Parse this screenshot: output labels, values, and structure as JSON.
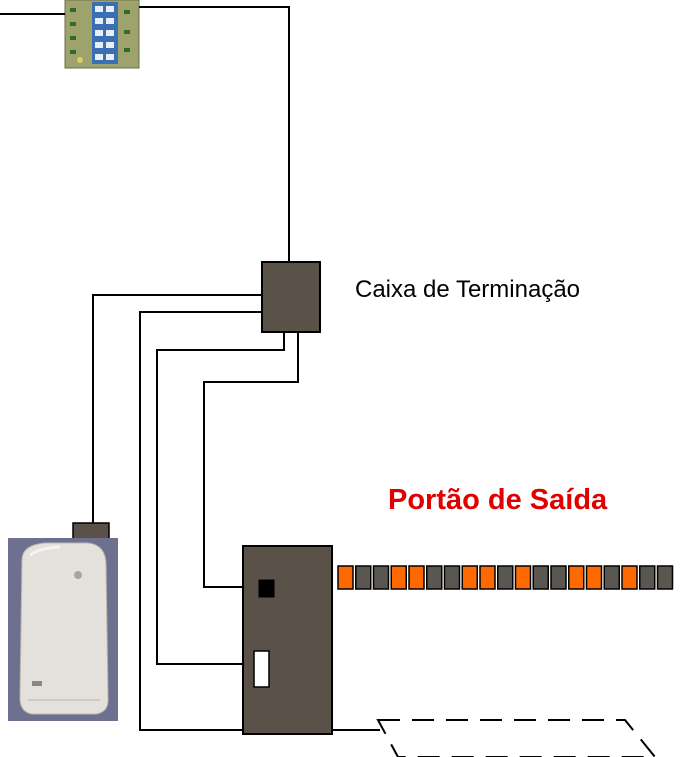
{
  "labels": {
    "terminal_box": "Caixa de Terminação",
    "exit_gate": "Portão de Saída"
  },
  "colors": {
    "line": "#000000",
    "box_fill": "#5a5148",
    "gate_label": "#e00000",
    "barrier_orange": "#ff6a00",
    "barrier_gray": "#5a5650",
    "relay_board": "#9aa070",
    "reader_body": "#e4e1dc",
    "reader_background": "#6e7090"
  },
  "barrier": {
    "segments": [
      "orange",
      "gray",
      "gray",
      "orange",
      "orange",
      "gray",
      "gray",
      "orange",
      "orange",
      "gray",
      "orange",
      "gray",
      "gray",
      "orange",
      "orange",
      "gray",
      "orange",
      "gray",
      "gray"
    ]
  },
  "icons": {
    "controller": "relay-board-icon",
    "reader": "card-reader-icon",
    "loop": "ground-loop-icon"
  }
}
